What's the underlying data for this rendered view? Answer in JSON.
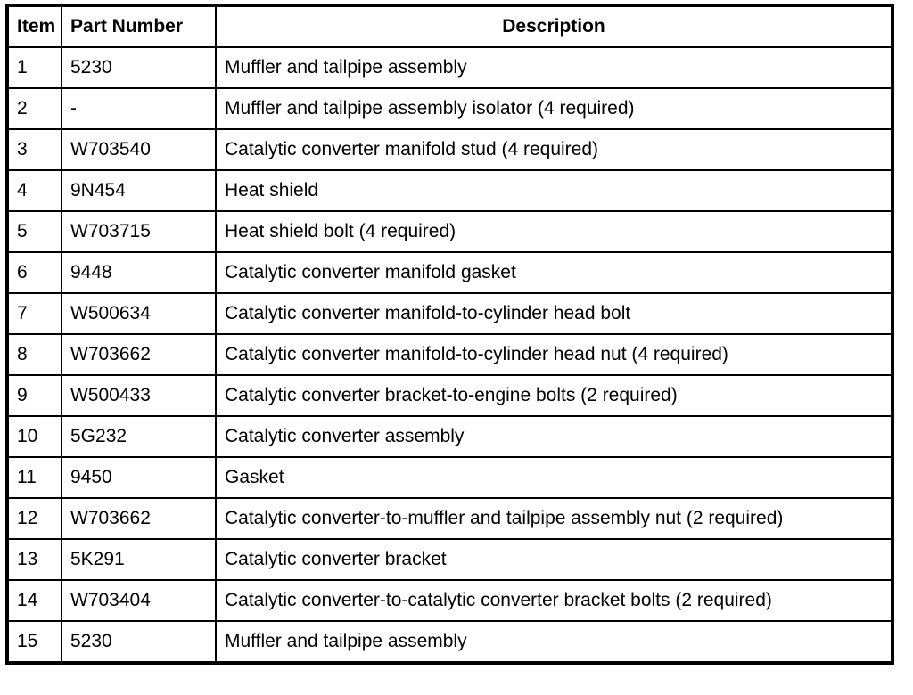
{
  "table": {
    "columns": [
      "Item",
      "Part Number",
      "Description"
    ],
    "rows": [
      {
        "item": "1",
        "part_number": "5230",
        "description": "Muffler and tailpipe assembly"
      },
      {
        "item": "2",
        "part_number": "-",
        "description": "Muffler and tailpipe assembly isolator (4 required)"
      },
      {
        "item": "3",
        "part_number": "W703540",
        "description": "Catalytic converter manifold stud (4 required)"
      },
      {
        "item": "4",
        "part_number": "9N454",
        "description": "Heat shield"
      },
      {
        "item": "5",
        "part_number": "W703715",
        "description": "Heat shield bolt (4 required)"
      },
      {
        "item": "6",
        "part_number": "9448",
        "description": "Catalytic converter manifold gasket"
      },
      {
        "item": "7",
        "part_number": "W500634",
        "description": "Catalytic converter manifold-to-cylinder head bolt"
      },
      {
        "item": "8",
        "part_number": "W703662",
        "description": "Catalytic converter manifold-to-cylinder head nut (4 required)"
      },
      {
        "item": "9",
        "part_number": "W500433",
        "description": "Catalytic converter bracket-to-engine bolts (2 required)"
      },
      {
        "item": "10",
        "part_number": "5G232",
        "description": "Catalytic converter assembly"
      },
      {
        "item": "11",
        "part_number": "9450",
        "description": "Gasket"
      },
      {
        "item": "12",
        "part_number": "W703662",
        "description": "Catalytic converter-to-muffler and tailpipe assembly nut (2 required)"
      },
      {
        "item": "13",
        "part_number": "5K291",
        "description": "Catalytic converter bracket"
      },
      {
        "item": "14",
        "part_number": "W703404",
        "description": "Catalytic converter-to-catalytic converter bracket bolts (2 required)"
      },
      {
        "item": "15",
        "part_number": "5230",
        "description": "Muffler and tailpipe assembly"
      }
    ],
    "colors": {
      "border": "#000000",
      "background": "#ffffff",
      "text": "#000000"
    }
  }
}
